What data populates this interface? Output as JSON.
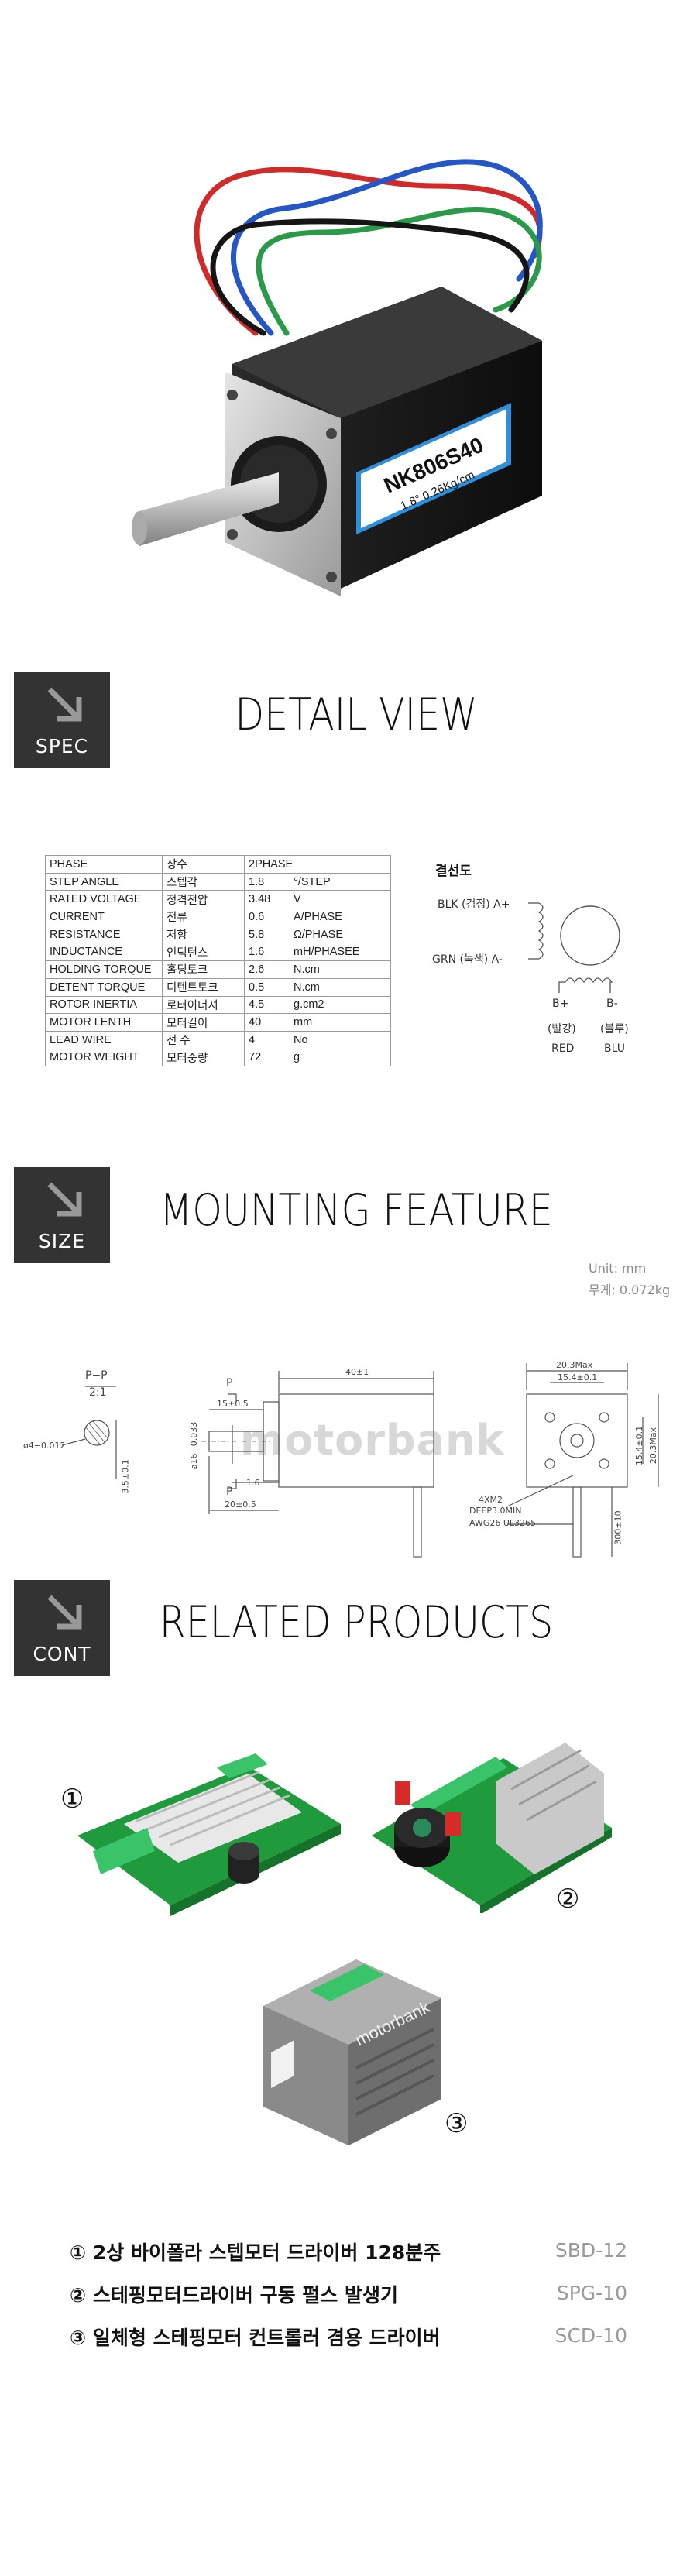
{
  "motor": {
    "label_line1": "NK806S40",
    "label_line2": "1.8° 0.26Kg/cm"
  },
  "sections": {
    "spec": {
      "badge": "SPEC",
      "title": "DETAIL VIEW"
    },
    "size": {
      "badge": "SIZE",
      "title": "MOUNTING FEATURE"
    },
    "cont": {
      "badge": "CONT",
      "title": "RELATED PRODUCTS"
    }
  },
  "spec_table": [
    [
      "PHASE",
      "상수",
      "2PHASE",
      ""
    ],
    [
      "STEP ANGLE",
      "스텝각",
      "1.8",
      "°/STEP"
    ],
    [
      "RATED VOLTAGE",
      "정격전압",
      "3.48",
      "V"
    ],
    [
      "CURRENT",
      "전류",
      "0.6",
      "A/PHASE"
    ],
    [
      "RESISTANCE",
      "저항",
      "5.8",
      "Ω/PHASE"
    ],
    [
      "INDUCTANCE",
      "인덕턴스",
      "1.6",
      "mH/PHASEE"
    ],
    [
      "HOLDING TORQUE",
      "홀딩토크",
      "2.6",
      "N.cm"
    ],
    [
      "DETENT TORQUE",
      "디텐트토크",
      "0.5",
      "N.cm"
    ],
    [
      "ROTOR INERTIA",
      "로터이너셔",
      "4.5",
      "g.cm2"
    ],
    [
      "MOTOR LENTH",
      "모터길이",
      "40",
      "mm"
    ],
    [
      "LEAD WIRE",
      "선 수",
      "4",
      "No"
    ],
    [
      "MOTOR WEIGHT",
      "모터중량",
      "72",
      "g"
    ]
  ],
  "wiring": {
    "title": "결선도",
    "a_plus": "BLK (검정) A+",
    "a_minus": "GRN (녹색) A-",
    "b_plus": "B+",
    "b_minus": "B-",
    "b_plus_kr": "(빨강)",
    "b_minus_kr": "(블루)",
    "b_plus_en": "RED",
    "b_minus_en": "BLU"
  },
  "mounting": {
    "unit": "Unit: mm",
    "weight": "무게: 0.072kg",
    "section_label": "P−P",
    "section_scale": "2:1",
    "shaft_dia": "ø4−0.012",
    "flat": "3.5±0.1",
    "p_top": "P",
    "p_bottom": "P",
    "dim_15": "15±0.5",
    "dim_16": "ø16−0.033",
    "dim_1_6": "1.6",
    "dim_20": "20±0.5",
    "dim_40": "40±1",
    "dim_203": "20.3Max",
    "dim_154": "15.4±0.1",
    "dim_154v": "15.4±0.1",
    "dim_203v": "20.3Max",
    "screw": "4XM2",
    "deep": "DEEP3.0MIN",
    "awg": "AWG26 UL3265",
    "lead_len": "300±10",
    "watermark": "motorbank"
  },
  "products": {
    "marks": [
      "①",
      "②",
      "③"
    ],
    "list": [
      {
        "name": "① 2상 바이폴라 스텝모터 드라이버 128분주",
        "code": "SBD-12"
      },
      {
        "name": "② 스테핑모터드라이버 구동 펄스 발생기",
        "code": "SPG-10"
      },
      {
        "name": "③ 일체형 스테핑모터 컨트롤러 겸용 드라이버",
        "code": "SCD-10"
      }
    ],
    "scd_brand": "motorbank"
  }
}
